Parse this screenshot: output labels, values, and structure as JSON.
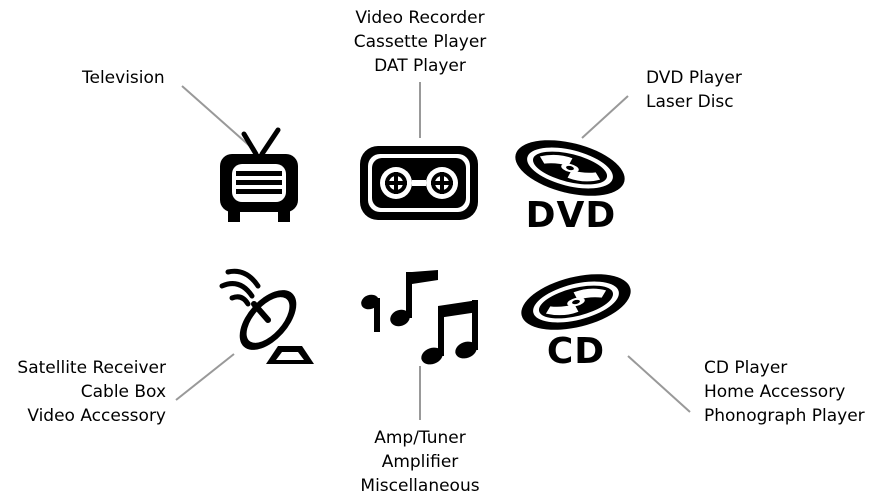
{
  "colors": {
    "ink": "#000000",
    "connector": "#999999",
    "background": "#ffffff"
  },
  "groups": {
    "television": {
      "icon": "tv-icon",
      "lines": [
        "Television"
      ]
    },
    "recorder": {
      "icon": "cassette-icon",
      "lines": [
        "Video Recorder",
        "Cassette Player",
        "DAT Player"
      ]
    },
    "dvd": {
      "icon": "dvd-disc-icon",
      "badge": "DVD",
      "lines": [
        "DVD Player",
        "Laser Disc"
      ]
    },
    "satellite": {
      "icon": "satellite-dish-icon",
      "lines": [
        "Satellite Receiver",
        "Cable Box",
        "Video Accessory"
      ]
    },
    "amp": {
      "icon": "music-notes-icon",
      "lines": [
        "Amp/Tuner",
        "Amplifier",
        "Miscellaneous"
      ]
    },
    "cd": {
      "icon": "cd-disc-icon",
      "badge": "CD",
      "lines": [
        "CD Player",
        "Home Accessory",
        "Phonograph Player"
      ]
    }
  }
}
